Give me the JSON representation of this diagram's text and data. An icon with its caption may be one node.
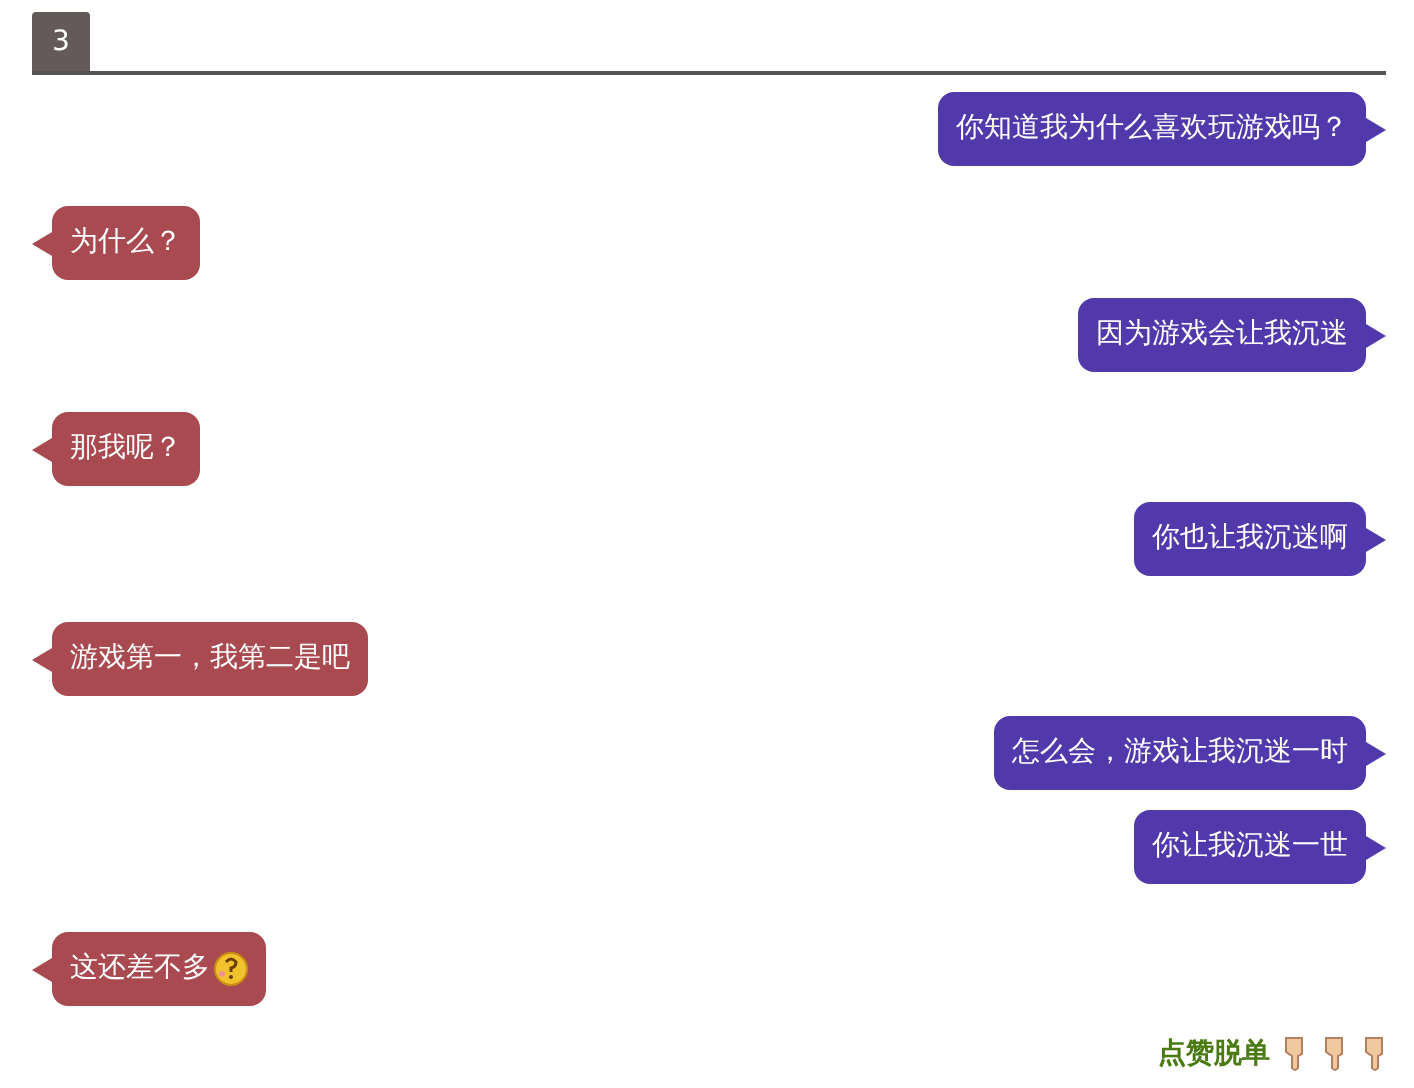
{
  "diagram": {
    "nodes": [
      {
        "text": [
          "你知道我为什么喜欢玩游戏吗？"
        ]
      },
      {
        "text": [
          "为什么？"
        ]
      },
      {
        "text": [
          "因为游戏会让我沉迷"
        ]
      },
      {
        "text": [
          "那我呢？"
        ]
      },
      {
        "text": [
          "你也让我沉迷啊"
        ]
      },
      {
        "text": [
          "游戏第一，我第二是吧"
        ]
      },
      {
        "text": [
          "怎么会，游戏让我沉迷一时"
        ]
      },
      {
        "text": [
          "你让我沉迷一世"
        ]
      },
      {
        "text": [
          "这还差不多"
        ]
      }
    ],
    "labels": [
      "3",
      "点赞脱单"
    ]
  }
}
